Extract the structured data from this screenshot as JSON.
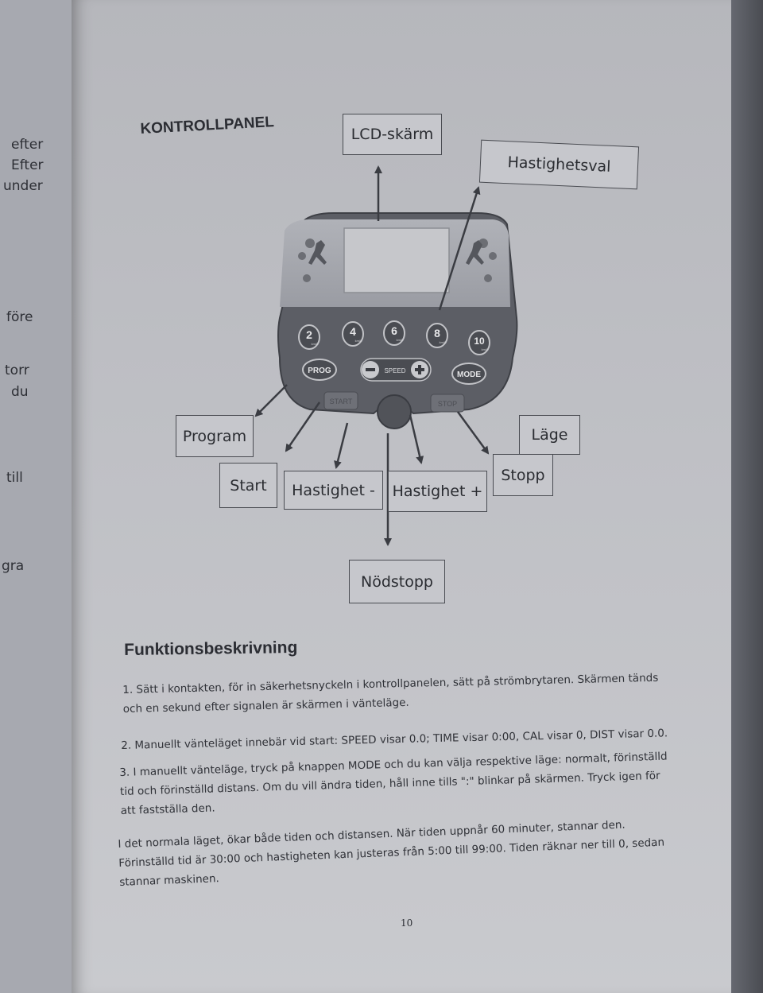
{
  "left_page": {
    "fragments": [
      "efter",
      "Efter",
      "under",
      "före",
      "torr",
      "du",
      "till",
      "gra"
    ]
  },
  "page": {
    "heading": "KONTROLLPANEL",
    "labels": {
      "lcd": "LCD-skärm",
      "speed_select": "Hastighetsval",
      "program": "Program",
      "mode": "Läge",
      "start": "Start",
      "speed_minus": "Hastighet -",
      "speed_plus": "Hastighet +",
      "stop": "Stopp",
      "emergency_stop": "Nödstopp"
    },
    "panel": {
      "speed_buttons": [
        "2",
        "4",
        "6",
        "8",
        "10"
      ],
      "speed_unit": "km/h",
      "prog": "PROG",
      "speed": "SPEED",
      "mode": "MODE",
      "start": "START",
      "stop": "STOP"
    },
    "section_title": "Funktionsbeskrivning",
    "paragraphs": [
      "1. Sätt i kontakten, för in säkerhetsnyckeln i kontrollpanelen, sätt på strömbrytaren. Skärmen tänds och en sekund efter signalen är skärmen i vänteläge.",
      "2. Manuellt vänteläget innebär vid start: SPEED visar 0.0; TIME visar 0:00, CAL visar 0, DIST visar 0.0.",
      "3. I manuellt vänteläge, tryck på knappen MODE och du kan välja respektive läge: normalt, förinställd tid och förinställd distans. Om du vill ändra tiden, håll inne tills \":\" blinkar på skärmen. Tryck igen för att fastställa den.",
      "I det normala läget, ökar både tiden och distansen. När tiden uppnår 60 minuter, stannar den. Förinställd tid är 30:00 och hastigheten kan justeras från 5:00 till 99:00. Tiden räknar ner till 0, sedan stannar maskinen."
    ],
    "page_number": "10"
  }
}
